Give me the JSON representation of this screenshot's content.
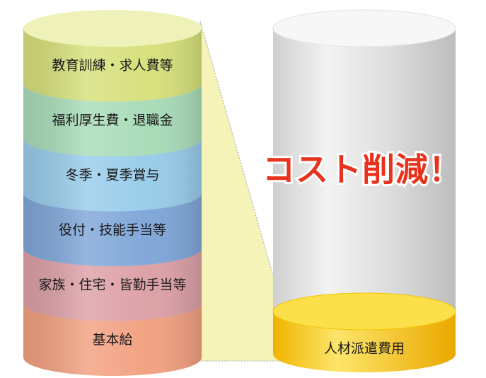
{
  "left_cylinder": {
    "layers": [
      {
        "label": "教育訓練・求人費等",
        "color": "#d6e07a",
        "top_color": "#eef2b8"
      },
      {
        "label": "福利厚生費・退職金",
        "color": "#a8dcb8",
        "top_color": "#cdeed6"
      },
      {
        "label": "冬季・夏季賞与",
        "color": "#98ccea",
        "top_color": "#c4e4f5"
      },
      {
        "label": "役付・技能手当等",
        "color": "#7fa6d8",
        "top_color": "#a7c3e8"
      },
      {
        "label": "家族・住宅・皆勤手当等",
        "color": "#dca0a6",
        "top_color": "#ebc0c4"
      },
      {
        "label": "基本給",
        "color": "#f2a080",
        "top_color": "#f7c2aa"
      }
    ]
  },
  "right_cylinder": {
    "body_color": "#d8d8d8",
    "base_label": "人材派遣費用",
    "base_color": "#f5c400",
    "base_top_color": "#fbe04a"
  },
  "headline": {
    "text": "コスト削減！",
    "color": "#e8331c"
  },
  "connector_color": "#f6f3b8"
}
